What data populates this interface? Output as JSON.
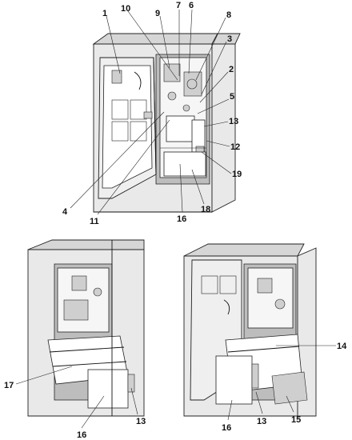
{
  "colors": {
    "line": "#111111",
    "body": "#e9e9e9",
    "top": "#d6d6d6",
    "shade": "#bdbdbd",
    "background": "#ffffff"
  },
  "figures": {
    "top": {
      "callouts": [
        "1",
        "10",
        "9",
        "7",
        "6",
        "8",
        "3",
        "2",
        "5",
        "13",
        "12",
        "19",
        "18",
        "16",
        "11",
        "4"
      ]
    },
    "bottom_left": {
      "callouts": [
        "17",
        "16",
        "13"
      ]
    },
    "bottom_right": {
      "callouts": [
        "14",
        "16",
        "13",
        "15"
      ]
    }
  }
}
